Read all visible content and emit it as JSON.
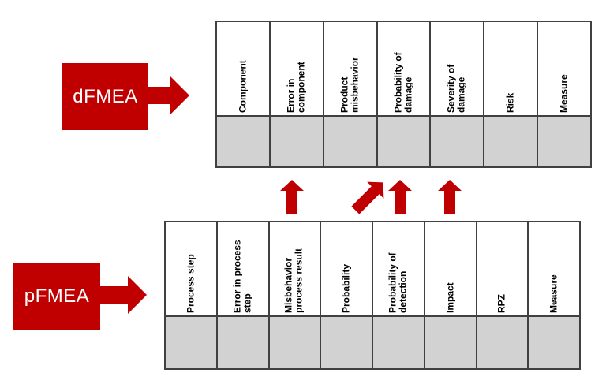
{
  "colors": {
    "accent_red": "#C00000",
    "table_fill_gray": "#D2D2D2",
    "table_border": "#404040",
    "label_text": "#FFFFFF",
    "header_text": "#000000"
  },
  "dfmea": {
    "label": "dFMEA",
    "columns": [
      "Component",
      "Error in\ncomponent",
      "Product\nmisbehavior",
      "Probability of\ndamage",
      "Severity of\ndamage",
      "Risk",
      "Measure"
    ]
  },
  "pfmea": {
    "label": "pFMEA",
    "columns": [
      "Process step",
      "Error in process\nstep",
      "Misbehavior\nprocess result",
      "Probability",
      "Probability of\ndetection",
      "Impact",
      "RPZ",
      "Measure"
    ]
  },
  "icons": {
    "dfmea_arrow": "right-arrow",
    "pfmea_arrow": "right-arrow",
    "mapping_arrow_1": "up-arrow",
    "mapping_arrow_2": "diagonal-up-right-arrow",
    "mapping_arrow_3": "up-arrow",
    "mapping_arrow_4": "up-arrow"
  }
}
